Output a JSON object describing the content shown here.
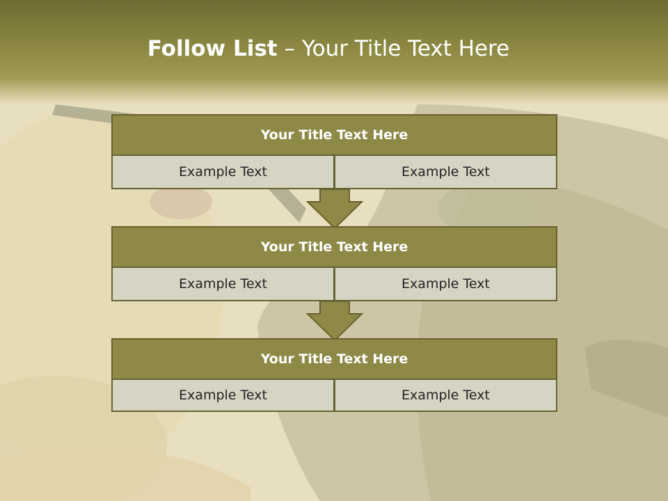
{
  "title": {
    "bold": "Follow List",
    "rest": " – Your Title Text Here"
  },
  "blocks": [
    {
      "title": "Your Title Text Here",
      "left": "Example Text",
      "right": "Example Text"
    },
    {
      "title": "Your Title Text Here",
      "left": "Example Text",
      "right": "Example Text"
    },
    {
      "title": "Your Title Text Here",
      "left": "Example Text",
      "right": "Example Text"
    }
  ],
  "colors": {
    "header": "#8c8842",
    "block_title": "#8e8947",
    "cell": "#d6d5c4",
    "border": "#676230"
  }
}
